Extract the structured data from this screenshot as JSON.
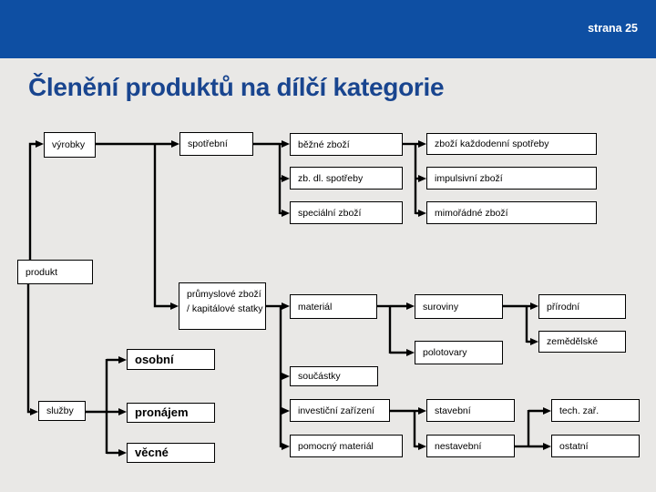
{
  "header": {
    "page_label": "strana 25"
  },
  "title": "Členění produktů na dílčí kategorie",
  "colors": {
    "header_bar": "#0e4fa3",
    "title_text": "#19458f",
    "background": "#e9e8e6",
    "box_fill": "#ffffff",
    "box_border": "#000000",
    "connector": "#000000"
  },
  "nodes": {
    "produkt": "produkt",
    "vyrobky": "výrobky",
    "sluzby": "služby",
    "spotrebni": "spotřební",
    "prumyslove": "průmyslové zboží / kapitálové statky",
    "osobni": "osobní",
    "pronajem": "pronájem",
    "vecne": "věcné",
    "bezne_zbozi": "běžné zboží",
    "zb_dl_spotreby": "zb. dl. spotřeby",
    "specialni_zbozi": "speciální zboží",
    "zbozi_kazdodenni_spotreby": "zboží každodenní spotřeby",
    "impulsivni_zbozi": "impulsivní zboží",
    "mimoradne_zbozi": "mimořádné zboží",
    "material": "materiál",
    "soucastky": "součástky",
    "investicni_zarizeni": "investiční zařízení",
    "pomocny_material": "pomocný materiál",
    "suroviny": "suroviny",
    "polotovary": "polotovary",
    "stavebni": "stavební",
    "nestavebni": "nestavební",
    "prirodni": "přírodní",
    "zemedelske": "zemědělské",
    "tech_zar": "tech. zař.",
    "ostatni": "ostatní"
  }
}
